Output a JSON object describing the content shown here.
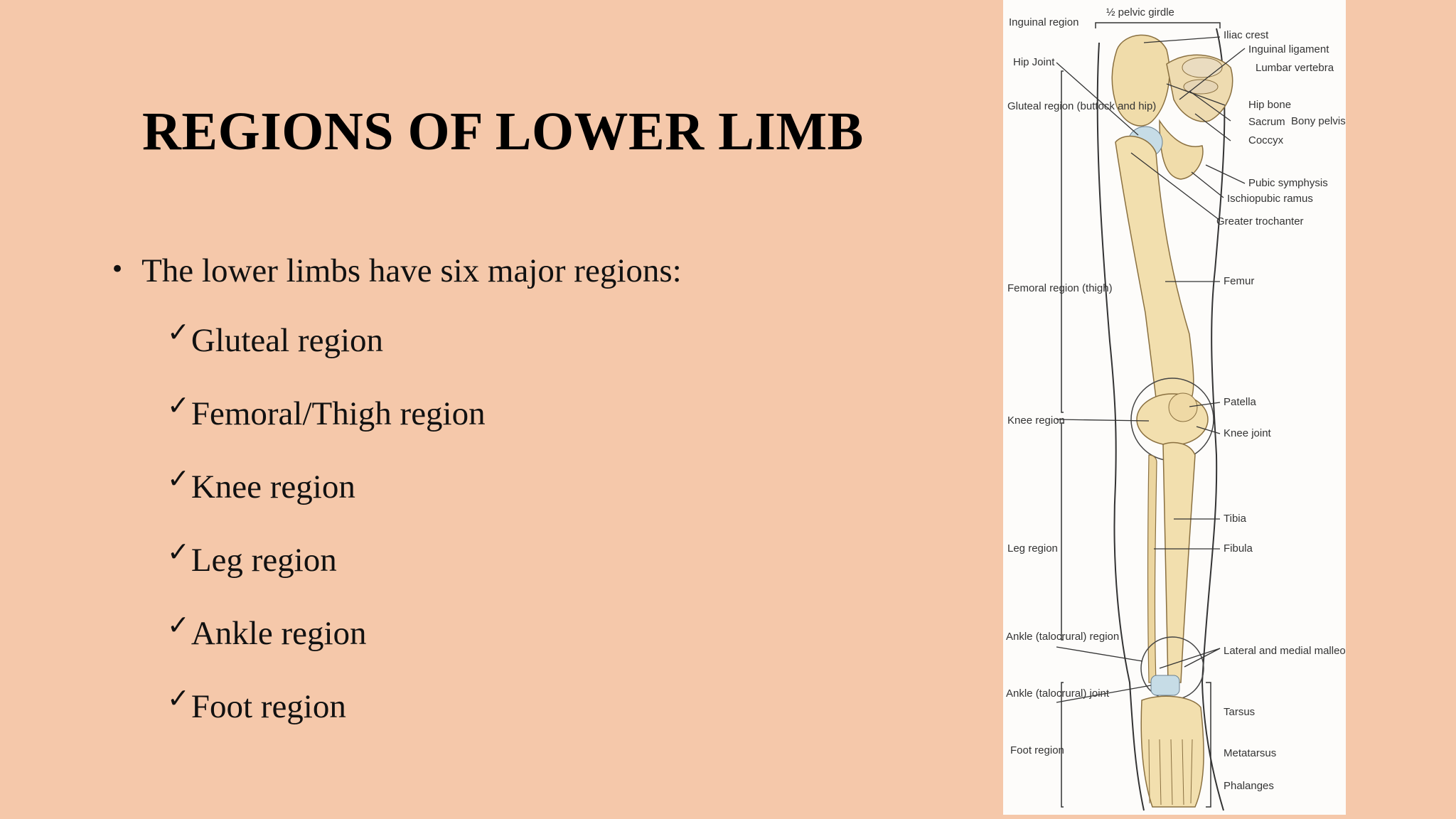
{
  "slide": {
    "title": "REGIONS OF LOWER LIMB",
    "intro": "The lower limbs have six major regions:",
    "regions": [
      "Gluteal region",
      "Femoral/Thigh region",
      "Knee region",
      "Leg region",
      "Ankle region",
      "Foot region"
    ]
  },
  "figure": {
    "labels": {
      "pelvic_girdle": "½ pelvic girdle",
      "inguinal_region": "Inguinal region",
      "hip_joint": "Hip Joint",
      "gluteal_region": "Gluteal region (buttock and hip)",
      "femoral_region": "Femoral region (thigh)",
      "knee_region": "Knee region",
      "leg_region": "Leg region",
      "ankle_region": "Ankle (talocrural) region",
      "ankle_joint": "Ankle (talocrural) joint",
      "foot_region": "Foot region",
      "iliac_crest": "Iliac crest",
      "inguinal_ligament": "Inguinal ligament",
      "lumbar_vertebra": "Lumbar vertebra",
      "hip_bone": "Hip bone",
      "sacrum": "Sacrum",
      "coccyx": "Coccyx",
      "bony_pelvis": "Bony pelvis",
      "pubic_symphysis": "Pubic symphysis",
      "ischiopubic_ramus": "Ischiopubic ramus",
      "greater_trochanter": "Greater trochanter",
      "femur": "Femur",
      "patella": "Patella",
      "knee_joint": "Knee joint",
      "tibia": "Tibia",
      "fibula": "Fibula",
      "malleoli": "Lateral and medial malleoli",
      "tarsus": "Tarsus",
      "metatarsus": "Metatarsus",
      "phalanges": "Phalanges"
    }
  }
}
